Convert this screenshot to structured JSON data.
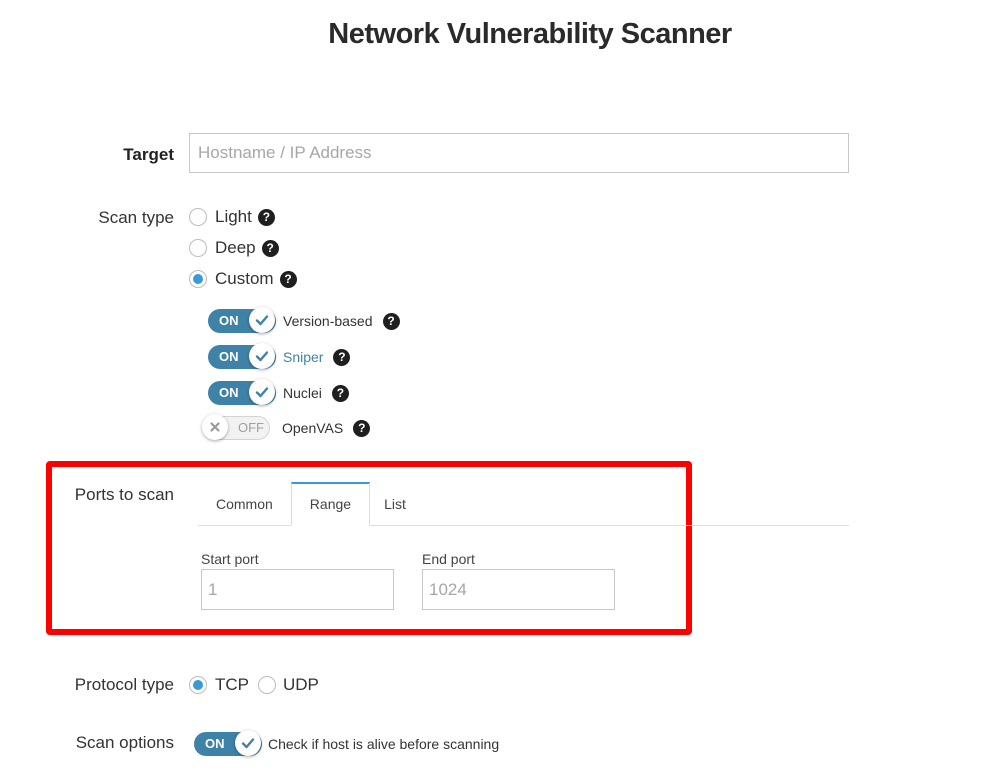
{
  "page": {
    "title": "Network Vulnerability Scanner"
  },
  "target": {
    "label": "Target",
    "placeholder": "Hostname / IP Address",
    "value": ""
  },
  "scan_type": {
    "label": "Scan type",
    "options": [
      {
        "label": "Light",
        "checked": false
      },
      {
        "label": "Deep",
        "checked": false
      },
      {
        "label": "Custom",
        "checked": true
      }
    ],
    "help_glyph": "?"
  },
  "engines": {
    "on_text": "ON",
    "off_text": "OFF",
    "items": [
      {
        "label": "Version-based",
        "state": "on",
        "color": "#333333"
      },
      {
        "label": "Sniper",
        "state": "on",
        "color": "#3f82a8"
      },
      {
        "label": "Nuclei",
        "state": "on",
        "color": "#333333"
      },
      {
        "label": "OpenVAS",
        "state": "off",
        "color": "#333333"
      }
    ]
  },
  "ports": {
    "label": "Ports to scan",
    "tabs": [
      {
        "label": "Common",
        "active": false
      },
      {
        "label": "Range",
        "active": true
      },
      {
        "label": "List",
        "active": false
      }
    ],
    "start_port": {
      "label": "Start port",
      "placeholder": "1"
    },
    "end_port": {
      "label": "End port",
      "placeholder": "1024"
    }
  },
  "protocol": {
    "label": "Protocol type",
    "options": [
      {
        "label": "TCP",
        "checked": true
      },
      {
        "label": "UDP",
        "checked": false
      }
    ]
  },
  "scan_options": {
    "label": "Scan options",
    "toggle_text": "ON",
    "check_alive_label": "Check if host is alive before scanning"
  },
  "colors": {
    "accent": "#3a9ad9",
    "toggle_on": "#3f82a8",
    "highlight": "#ff0000"
  },
  "icons": {
    "help": "question-circle-icon",
    "check": "checkmark-icon",
    "off": "x-mark-icon"
  }
}
